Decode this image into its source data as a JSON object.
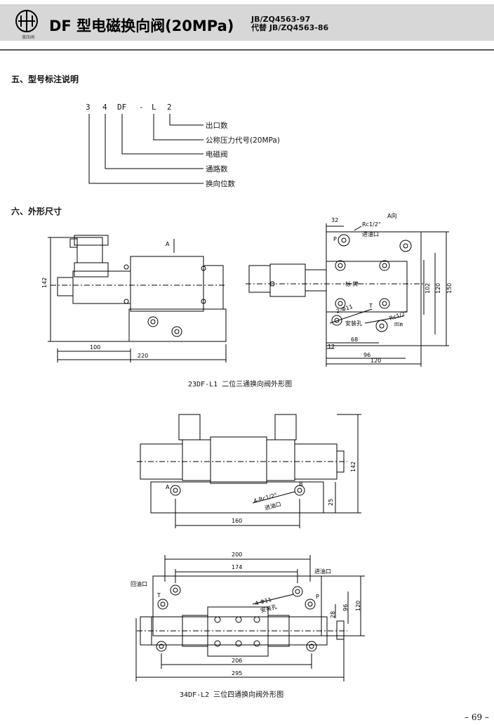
{
  "header": {
    "logo_text": "液压阀",
    "title": "DF 型电磁换向阀(20MPa)",
    "standard_line1": "JB/ZQ4563-97",
    "standard_line2": "代替 JB/ZQ4563-86"
  },
  "section5": {
    "heading": "五、型号标注说明",
    "code": [
      "3",
      "4",
      "DF",
      "-",
      "L",
      "2"
    ],
    "legend": [
      "出口数",
      "公称压力代号(20MPa)",
      "电磁阀",
      "通路数",
      "换向位数"
    ]
  },
  "section6": {
    "heading": "六、外形尺寸"
  },
  "drawing1": {
    "arrow_label": "A",
    "dim_height": "142",
    "dim_100": "100",
    "dim_220": "220",
    "view_title": "A向",
    "dim_32": "32",
    "port_label": "Rc1/2\"",
    "inlet": "进油口",
    "p_label": "P",
    "t_label": "T",
    "nameplate": "标    牌",
    "mount_hole": "2-Φ11",
    "install_hole": "安装孔",
    "port_label2": "Rc1/2\"",
    "return_small": "回油",
    "dim_68": "68",
    "dim_12": "12",
    "dim_96": "96",
    "dim_120": "120",
    "dim_102": "102",
    "dim_120v": "120",
    "dim_150": "150",
    "caption": "23DF-L1 二位三通换向阀外形图"
  },
  "drawing2": {
    "a_label": "A",
    "b_label": "B",
    "dim_142": "142",
    "dim_25": "25",
    "dim_160": "160",
    "port_label": "4-Rc1/2\"",
    "inlet": "进油口",
    "return_port": "回油口",
    "inlet2": "进油口",
    "t_label": "T",
    "p_label": "P",
    "mount_hole": "4-Φ11",
    "install_hole": "安装孔",
    "dim_200": "200",
    "dim_174": "174",
    "dim_28": "28",
    "dim_96": "96",
    "dim_120": "120",
    "dim_206": "206",
    "dim_295": "295",
    "caption": "34DF-L2 三位四通换向阀外形图"
  },
  "footer": {
    "page_number": "– 69 –"
  }
}
